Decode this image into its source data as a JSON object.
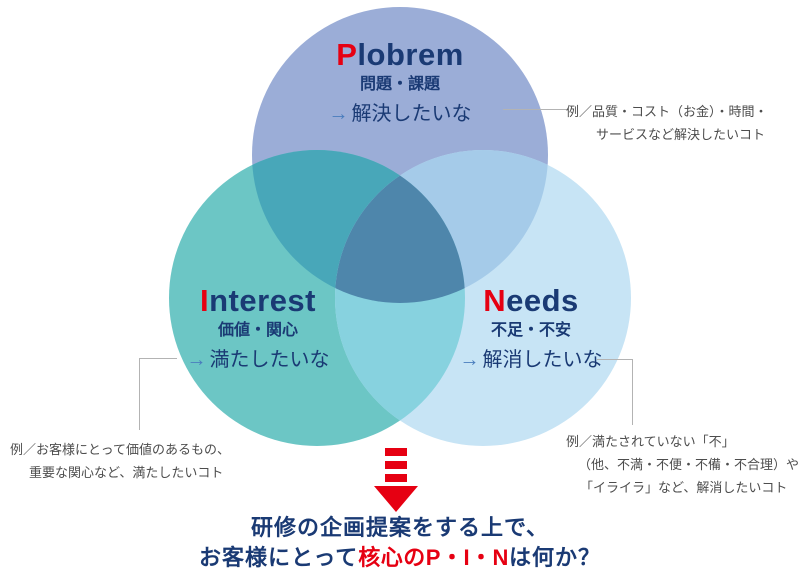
{
  "colors": {
    "red": "#e60012",
    "navy": "#1a3a74",
    "arrow-blue": "#4a7dbd",
    "note-gray": "#4d4d4d",
    "line-gray": "#b3b3b3",
    "venn-top": "#9badd7",
    "venn-left": "#6cc6c5",
    "venn-right": "#c7e4f5",
    "venn-top-left": "#48a7b9",
    "venn-top-right": "#a5cbe9",
    "venn-left-right": "#87d2df",
    "venn-center": "#4e86ab"
  },
  "circles": {
    "problem": {
      "initial": "P",
      "rest": "lobrem",
      "subtitle": "問題・課題",
      "arrow": "→",
      "wish": "解決したいな"
    },
    "interest": {
      "initial": "I",
      "rest": "nterest",
      "subtitle": "価値・関心",
      "arrow": "→",
      "wish": "満たしたいな"
    },
    "needs": {
      "initial": "N",
      "rest": "eeds",
      "subtitle": "不足・不安",
      "arrow": "→",
      "wish": "解消したいな"
    }
  },
  "annotations": {
    "problem": {
      "lines": [
        "例／品質・コスト（お金）・時間・",
        "サービスなど解決したいコト"
      ]
    },
    "interest": {
      "lines": [
        "例／お客様にとって価値のあるもの、",
        "重要な関心など、満たしたいコト"
      ]
    },
    "needs": {
      "lines": [
        "例／満たされていない「不」",
        "（他、不満・不便・不備・不合理）や",
        "「イライラ」など、解消したいコト"
      ]
    }
  },
  "conclusion": {
    "line1": "研修の企画提案をする上で、",
    "line2_prefix": "お客様にとって",
    "line2_highlight": "核心のP・I・N",
    "line2_suffix": "は何か？"
  }
}
